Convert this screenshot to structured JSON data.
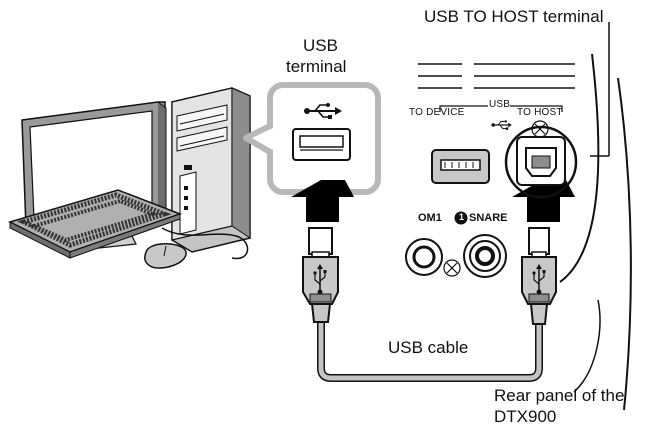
{
  "labels": {
    "usb_to_host_terminal": "USB TO HOST terminal",
    "usb_terminal_line1": "USB",
    "usb_terminal_line2": "terminal",
    "usb_group": "USB",
    "to_device": "TO DEVICE",
    "to_host": "TO HOST",
    "tom1": "OM1",
    "snare_number": "1",
    "snare": "SNARE",
    "usb_cable": "USB cable",
    "rear_panel_line1": "Rear panel of the",
    "rear_panel_line2": "DTX900"
  },
  "icons": [
    "computer-monitor-icon",
    "pc-tower-icon",
    "keyboard-icon",
    "mouse-icon",
    "usb-symbol-icon",
    "usb-a-port-icon",
    "usb-b-port-icon",
    "arrow-up-icon",
    "usb-a-plug-icon",
    "usb-b-plug-icon",
    "jack-socket-icon"
  ],
  "colors": {
    "line": "#111111",
    "gray": "#c8c8c8",
    "dark_gray": "#8a8a8a",
    "arrow": "#000000"
  }
}
